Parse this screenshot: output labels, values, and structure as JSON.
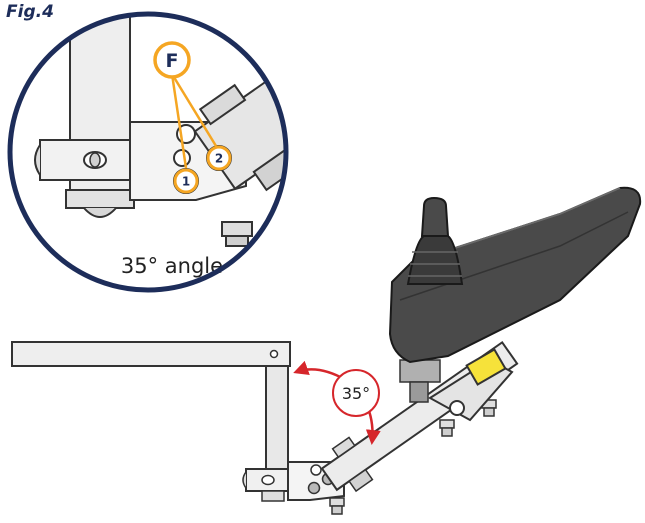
{
  "figure": {
    "label": "Fig.4"
  },
  "detail": {
    "callout_letter": "F",
    "screw_1": "1",
    "screw_2": "2",
    "angle_caption": "35° angle"
  },
  "main": {
    "angle_badge": "35°"
  },
  "colors": {
    "navy": "#1d2d5a",
    "callout_orange": "#f5a623",
    "arrow_red": "#d6262b",
    "yellow_plate": "#f6e23a",
    "metal_light": "#ececec",
    "metal_outline": "#333333",
    "controller_dark": "#4a4a4a"
  }
}
